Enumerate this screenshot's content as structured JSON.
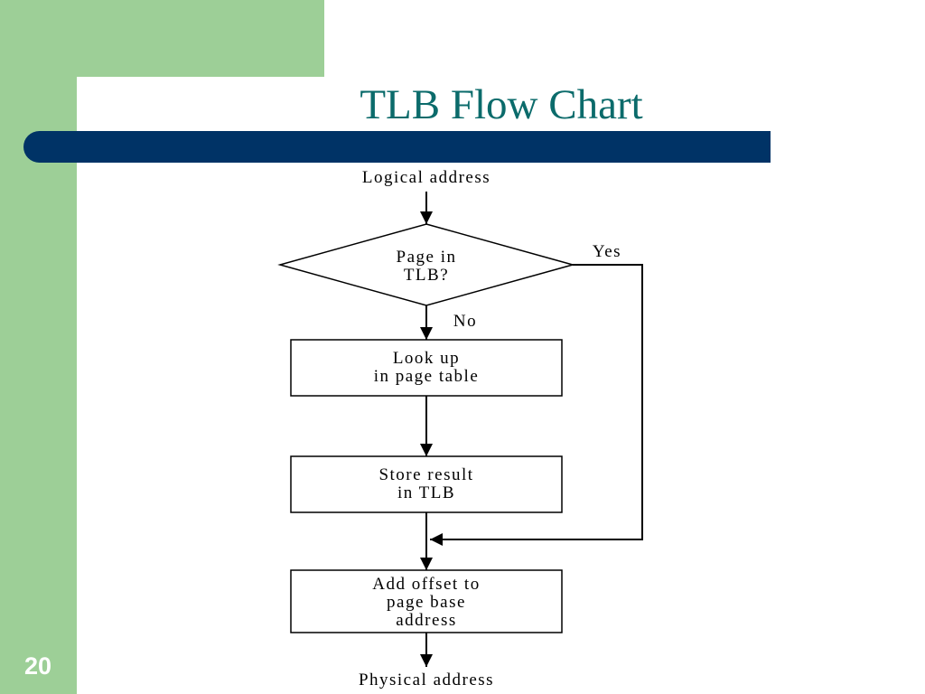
{
  "slide": {
    "title": "TLB Flow Chart",
    "number": "20"
  },
  "flowchart": {
    "start": "Logical address",
    "decision": [
      "Page in",
      "TLB?"
    ],
    "yes_label": "Yes",
    "no_label": "No",
    "lookup": [
      "Look up",
      "in page table"
    ],
    "store": [
      "Store result",
      "in TLB"
    ],
    "add_offset": [
      "Add offset to",
      "page base",
      "address"
    ],
    "end": "Physical address"
  },
  "colors": {
    "accent_green": "#9dcf97",
    "title_bar": "#003366",
    "title_text": "#0b6b6b"
  }
}
